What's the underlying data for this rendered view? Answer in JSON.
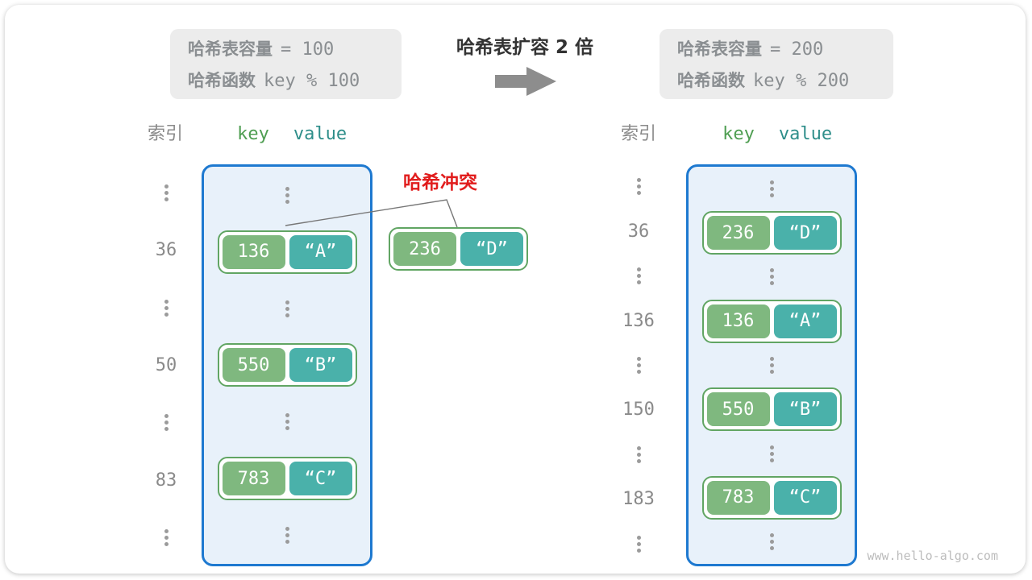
{
  "capacity_before": {
    "label1": "哈希表容量",
    "value1": "= 100",
    "label2": "哈希函数",
    "value2": "key % 100"
  },
  "expand_title": "哈希表扩容 2 倍",
  "capacity_after": {
    "label1": "哈希表容量",
    "value1": "= 200",
    "label2": "哈希函数",
    "value2": "key % 200"
  },
  "collision": {
    "label": "哈希冲突",
    "pair": {
      "key": "236",
      "value": "“D”"
    }
  },
  "left_table": {
    "index_header": "索引",
    "key_header": "key",
    "value_header": "value",
    "rows": [
      {
        "type": "dots"
      },
      {
        "type": "pair",
        "index": "36",
        "key": "136",
        "value": "“A”"
      },
      {
        "type": "dots"
      },
      {
        "type": "pair",
        "index": "50",
        "key": "550",
        "value": "“B”"
      },
      {
        "type": "dots"
      },
      {
        "type": "pair",
        "index": "83",
        "key": "783",
        "value": "“C”"
      },
      {
        "type": "dots"
      }
    ]
  },
  "right_table": {
    "index_header": "索引",
    "key_header": "key",
    "value_header": "value",
    "rows": [
      {
        "type": "dots"
      },
      {
        "type": "pair",
        "index": "36",
        "key": "236",
        "value": "“D”"
      },
      {
        "type": "dots"
      },
      {
        "type": "pair",
        "index": "136",
        "key": "136",
        "value": "“A”"
      },
      {
        "type": "dots"
      },
      {
        "type": "pair",
        "index": "150",
        "key": "550",
        "value": "“B”"
      },
      {
        "type": "dots"
      },
      {
        "type": "pair",
        "index": "183",
        "key": "783",
        "value": "“C”"
      },
      {
        "type": "dots"
      }
    ]
  },
  "watermark": "www.hello-algo.com",
  "colors": {
    "key_green": "#7fb87f",
    "value_teal": "#4ab1aa",
    "pair_border_green": "#61a563",
    "table_fill": "#e8f1fa",
    "table_border_blue": "#1e79d0",
    "collision_red": "#e11d1d",
    "header_key_green": "#4f9e52",
    "header_value_teal": "#2e8e8a",
    "text_gray": "#8a8e91",
    "index_gray": "#8a8a8a",
    "watermark_gray": "#bcbcbc",
    "arrow_gray": "#8d8d8d",
    "dots_gray": "#9b9b9b",
    "title_dark": "#333333",
    "box_gray": "#ececec"
  }
}
